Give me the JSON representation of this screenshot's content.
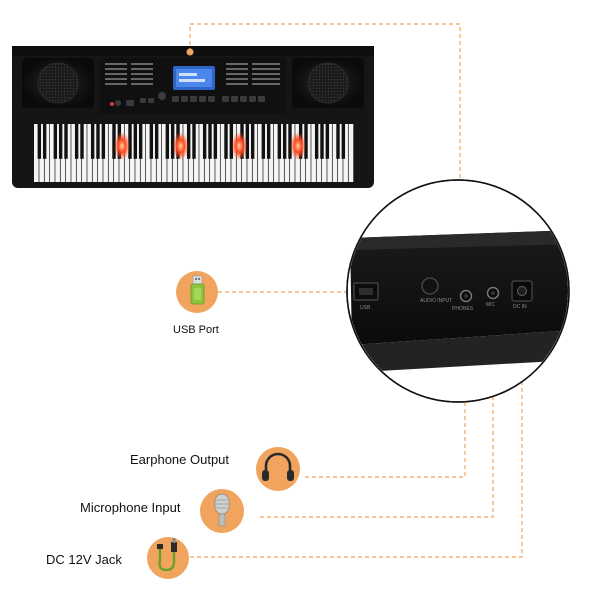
{
  "features": {
    "usb": {
      "label": "USB Port",
      "icon": "usb-drive-icon"
    },
    "earphone": {
      "label": "Earphone Output",
      "icon": "headphones-icon"
    },
    "microphone": {
      "label": "Microphone Input",
      "icon": "microphone-icon"
    },
    "dc": {
      "label": "DC 12V Jack",
      "icon": "power-plug-icon"
    }
  },
  "keyboard": {
    "panel_jack_labels": [
      "USB",
      "AUDIO INPUT",
      "PHONES",
      "MIC",
      "DC IN"
    ]
  },
  "colors": {
    "accent": "#f0a45e",
    "guide_line": "#f0a45e",
    "keyboard_body": "#141414",
    "led_red": "#ff3a1e"
  }
}
